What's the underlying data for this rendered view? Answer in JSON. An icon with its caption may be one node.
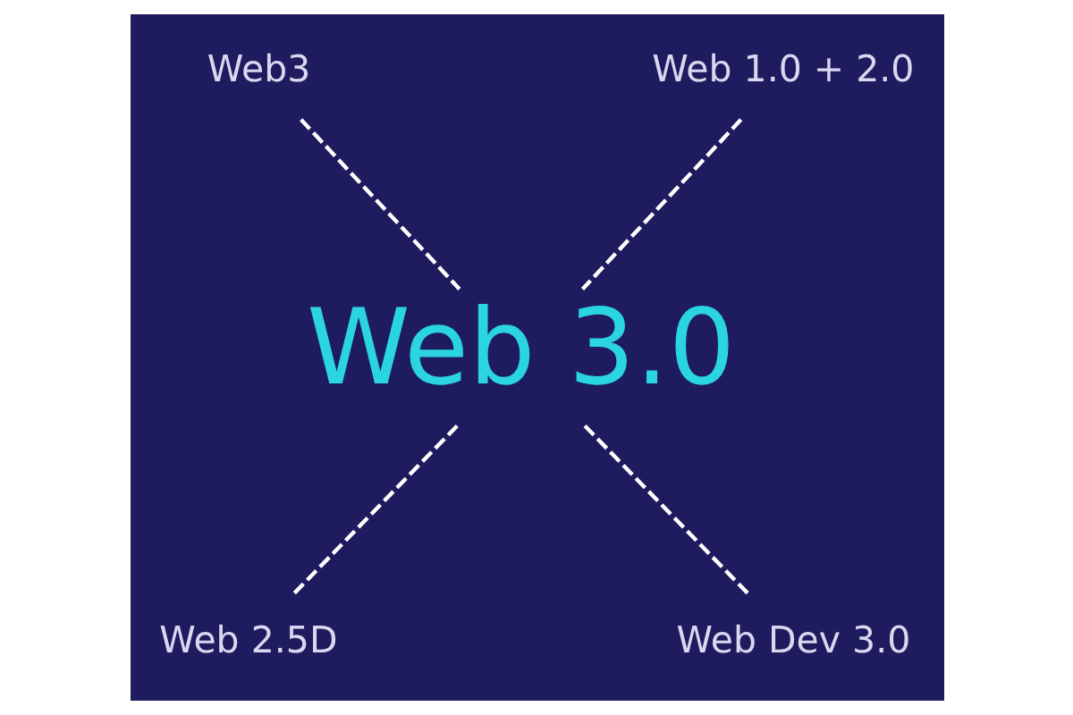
{
  "diagram": {
    "nodes": [
      {
        "text": [
          "Web3"
        ]
      },
      {
        "text": [
          "Web 1.0 + 2.0"
        ]
      },
      {
        "text": [
          "Web 3.0"
        ]
      },
      {
        "text": [
          "Web 2.5D"
        ]
      },
      {
        "text": [
          "Web Dev 3.0"
        ]
      }
    ],
    "edges": [
      {
        "from": 0,
        "to": 2,
        "arrow": "none",
        "style": "dashed"
      },
      {
        "from": 1,
        "to": 2,
        "arrow": "none",
        "style": "dashed"
      },
      {
        "from": 2,
        "to": 3,
        "arrow": "none",
        "style": "dashed"
      },
      {
        "from": 2,
        "to": 4,
        "arrow": "none",
        "style": "dashed"
      }
    ]
  }
}
